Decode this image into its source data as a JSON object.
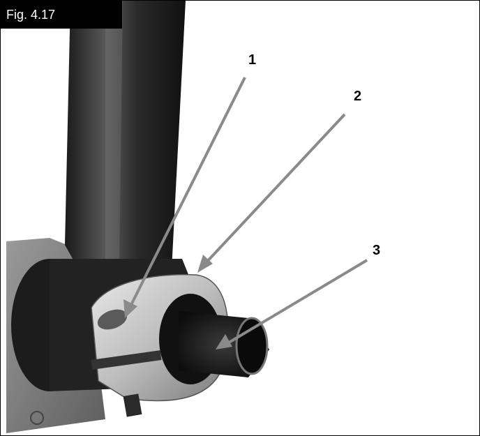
{
  "figure": {
    "label": "Fig. 4.17"
  },
  "callouts": [
    {
      "number": "1"
    },
    {
      "number": "2"
    },
    {
      "number": "3"
    }
  ]
}
